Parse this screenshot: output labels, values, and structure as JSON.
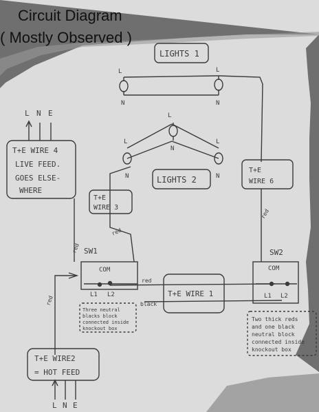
{
  "title": {
    "line1": "Circuit Diagram",
    "line2": "( Mostly Observed )"
  },
  "lights": {
    "group1_label": "LIGHTS 1",
    "group2_label": "LIGHTS 2",
    "live_marker": "L",
    "neutral_marker": "N"
  },
  "supply": {
    "top_terminals": [
      "L",
      "N",
      "E"
    ],
    "bottom_terminals": [
      "L",
      "N",
      "E"
    ]
  },
  "cables": {
    "wire4": [
      "T+E WIRE 4",
      "LIVE FEED.",
      "GOES ELSE-",
      "WHERE"
    ],
    "wire3": [
      "T+E",
      "WIRE 3"
    ],
    "wire6": [
      "T+E",
      "WIRE 6"
    ],
    "wire1": "T+E WIRE 1",
    "wire2": [
      "T+E WIRE2",
      "= HOT FEED"
    ]
  },
  "switches": {
    "sw1": {
      "label": "SW1",
      "com": "COM",
      "l1": "L1",
      "l2": "L2"
    },
    "sw2": {
      "label": "SW2",
      "com": "COM",
      "l1": "L1",
      "l2": "L2"
    }
  },
  "wire_colors": {
    "red": "red",
    "black": "black"
  },
  "notes": {
    "sw1_note": [
      "Three neutral",
      "blacks block",
      "connected inside",
      "knockout box"
    ],
    "sw2_note": [
      "Two thick reds",
      "and one black",
      "neutral block",
      "connected inside",
      "knockout box"
    ]
  },
  "colors": {
    "paper": "#dcdcdc",
    "ink": "#3a3a3a",
    "background": "#6f6f6f"
  }
}
